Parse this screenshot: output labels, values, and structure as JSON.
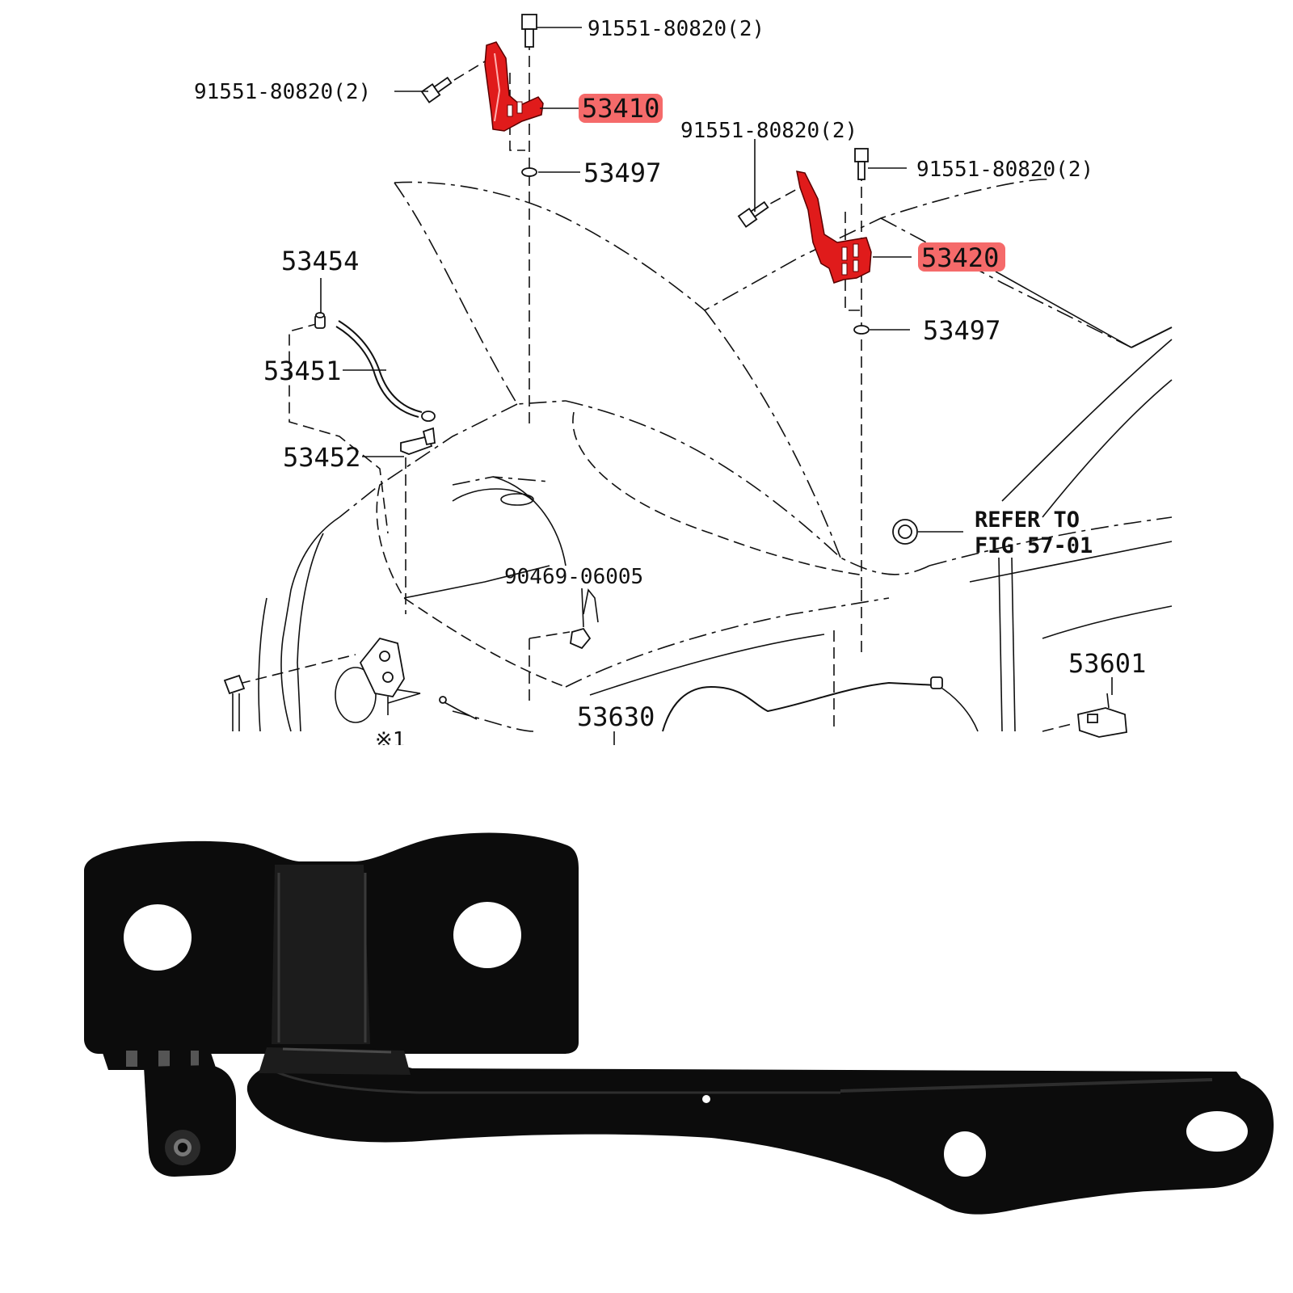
{
  "callouts": {
    "bolt_top": "91551-80820(2)",
    "bolt_left": "91551-80820(2)",
    "hinge_left": "53410",
    "washer_left": "53497",
    "bolt_mid": "91551-80820(2)",
    "bolt_right": "91551-80820(2)",
    "hinge_right": "53420",
    "washer_right": "53497",
    "rod_holder": "53454",
    "support_rod": "53451",
    "rod_clip": "53452",
    "cushion_clip": "90469-06005",
    "refer_line1": "REFER TO",
    "refer_line2": "FIG 57-01",
    "release_cable": "53630",
    "release_lever": "53601",
    "note_mark": "※1"
  },
  "colors": {
    "highlight_part": "#e01b1b",
    "highlight_label": "#f56a6a"
  },
  "photo": {
    "subject": "hood hinge",
    "finish": "black"
  }
}
